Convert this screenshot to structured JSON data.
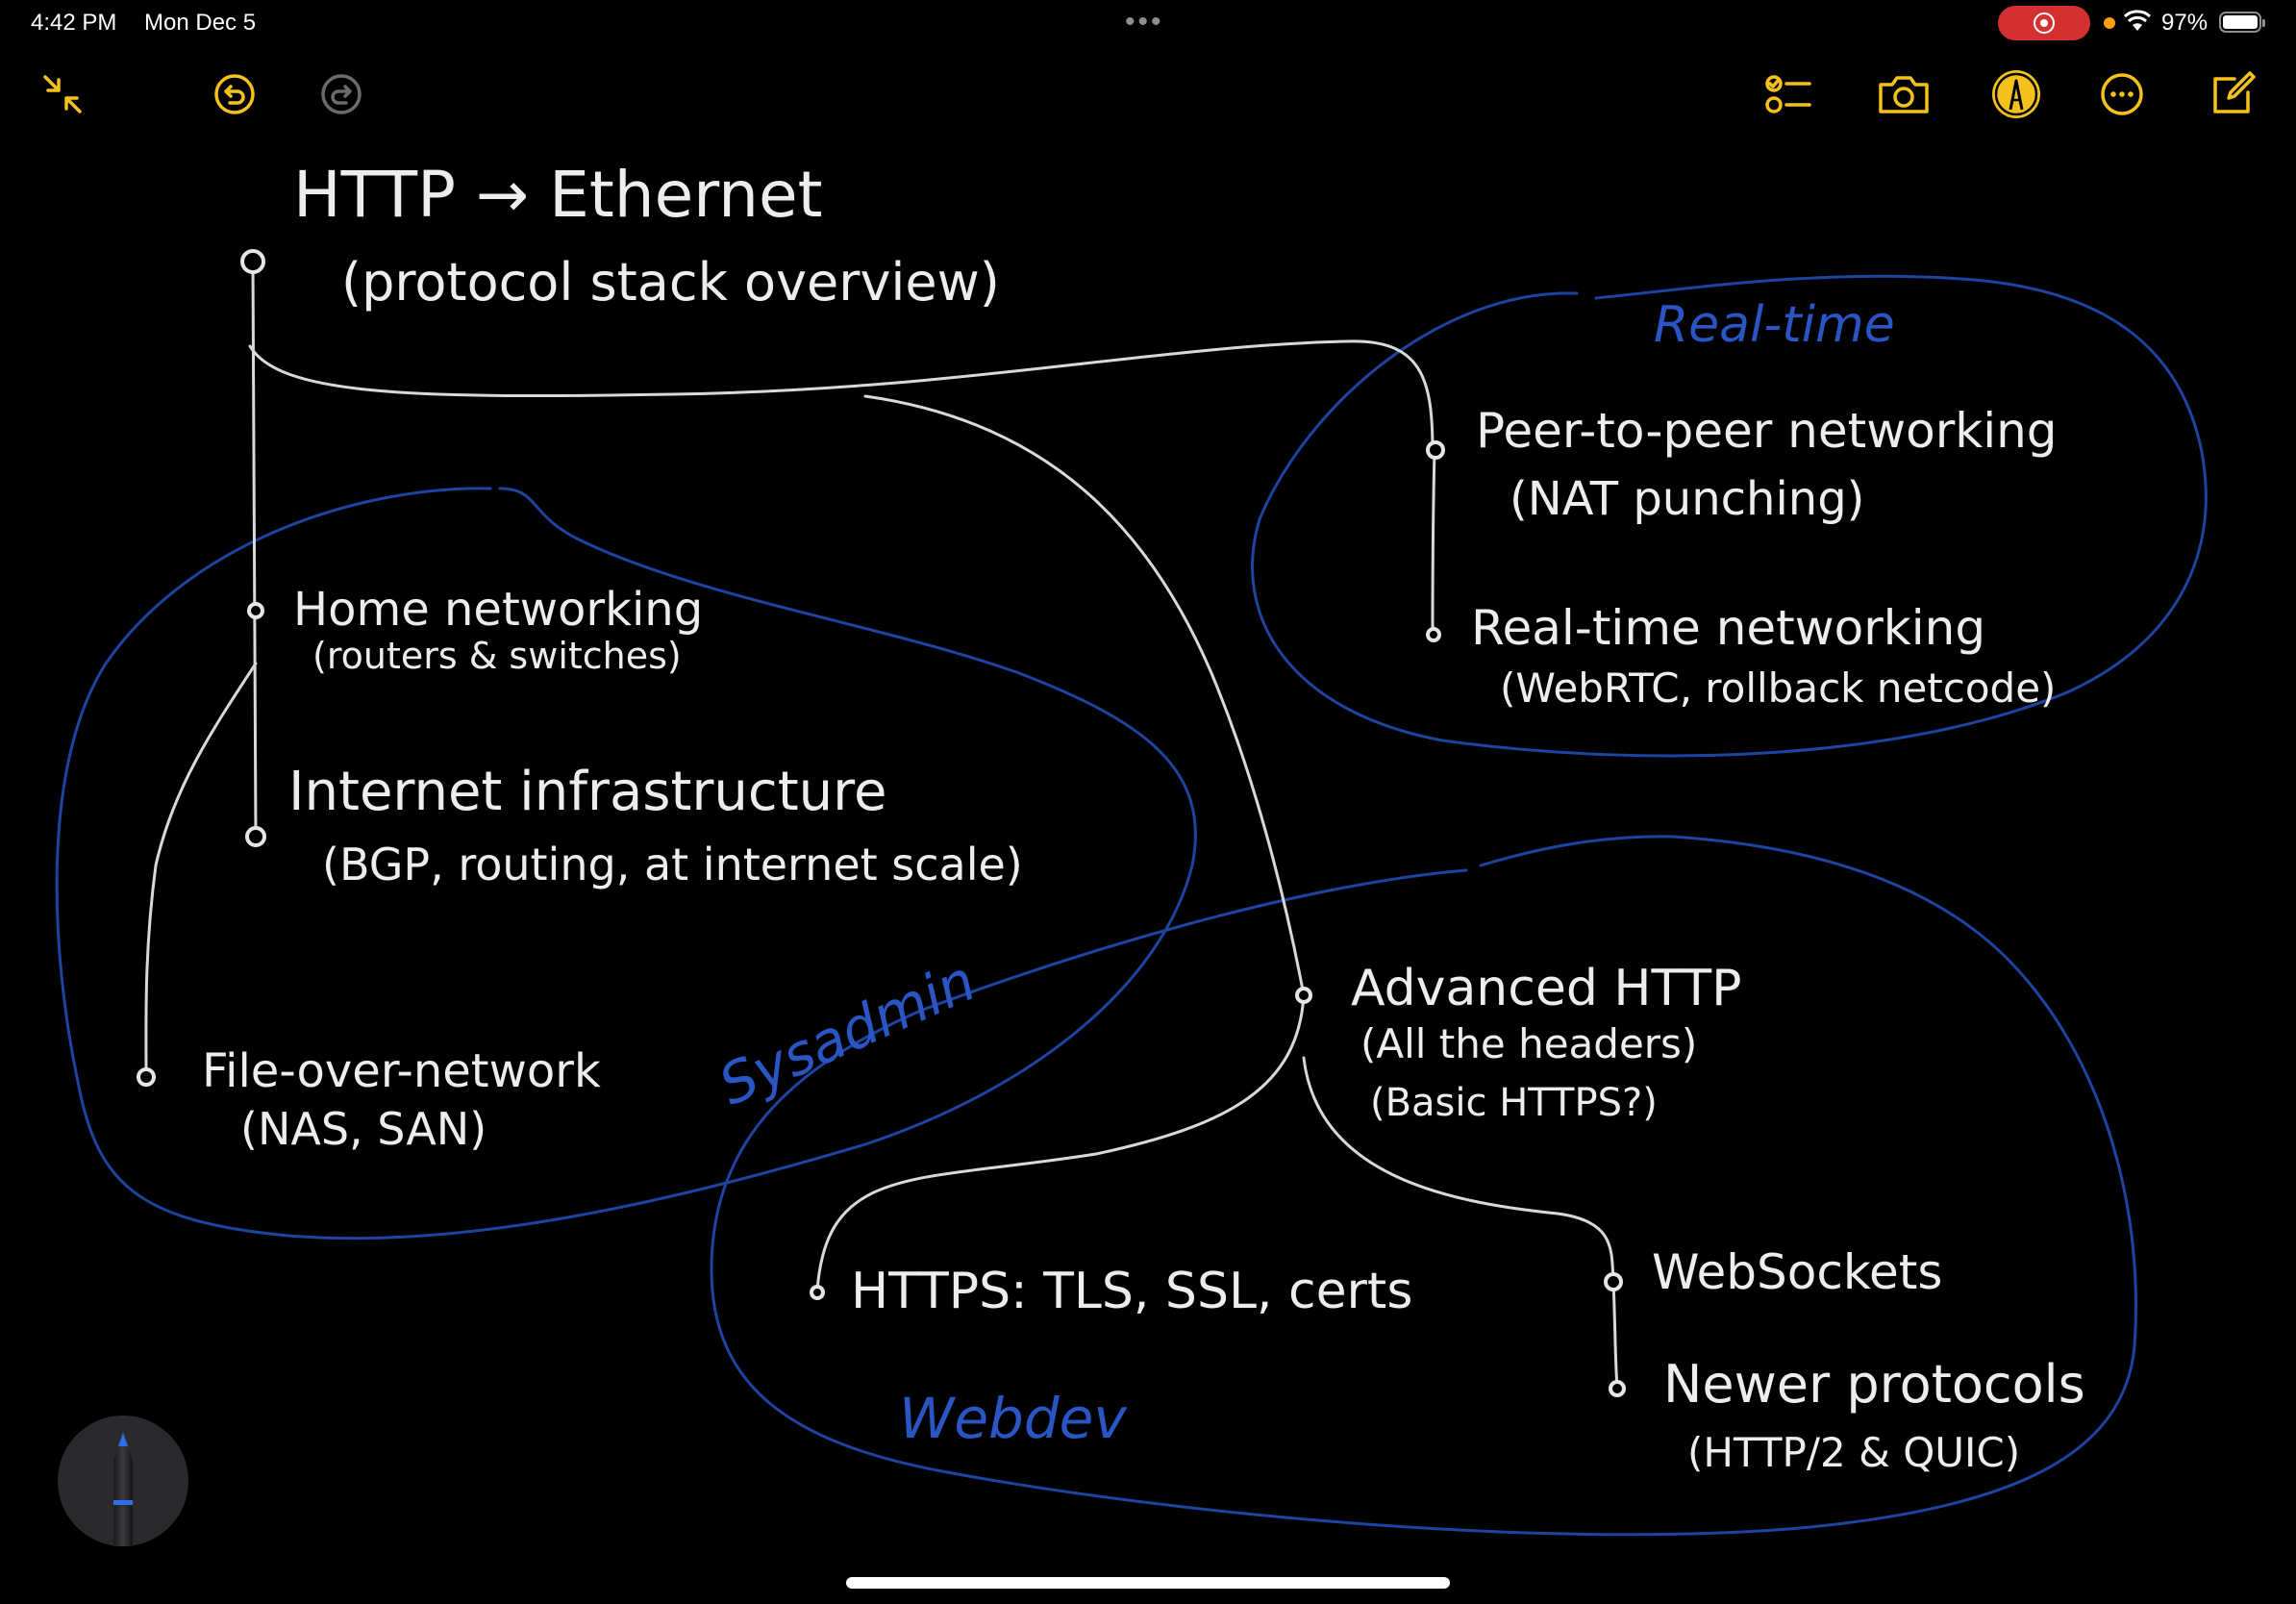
{
  "status_bar": {
    "time": "4:42 PM",
    "date": "Mon Dec 5",
    "battery_percent": "97%",
    "battery_level": 0.97,
    "multitask_dots": "•••"
  },
  "toolbar": {
    "left": [
      "collapse-icon",
      "undo-icon",
      "redo-icon"
    ],
    "right": [
      "checklist-icon",
      "camera-icon",
      "markup-pen-icon",
      "more-icon",
      "compose-icon"
    ],
    "accent_color": "#f5c21b",
    "disabled_color": "#6b6b6b"
  },
  "note": {
    "title_line1": "HTTP → Ethernet",
    "title_line2": "(protocol stack overview)",
    "nodes": {
      "home_networking": {
        "line1": "Home networking",
        "line2": "(routers & switches)"
      },
      "internet_infra": {
        "line1": "Internet infrastructure",
        "line2": "(BGP, routing, at internet scale)"
      },
      "file_over_network": {
        "line1": "File-over-network",
        "line2": "(NAS, SAN)"
      },
      "p2p": {
        "line1": "Peer-to-peer networking",
        "line2": "(NAT punching)"
      },
      "realtime": {
        "line1": "Real-time networking",
        "line2": "(WebRTC, rollback netcode)"
      },
      "advanced_http": {
        "line1": "Advanced HTTP",
        "line2": "(All the headers)",
        "line3": "(Basic HTTPS?)"
      },
      "https": {
        "line1": "HTTPS: TLS, SSL, certs"
      },
      "websockets": {
        "line1": "WebSockets"
      },
      "newer_protocols": {
        "line1": "Newer protocols",
        "line2": "(HTTP/2 & QUIC)"
      }
    },
    "groups": {
      "sysadmin": "Sysadmin",
      "realtime": "Real-time",
      "webdev": "Webdev"
    },
    "ink_color": "#ededed",
    "group_color": "#2a55c5"
  },
  "pencil": {
    "tool": "pencil-icon",
    "accent": "#2f6ee8"
  }
}
